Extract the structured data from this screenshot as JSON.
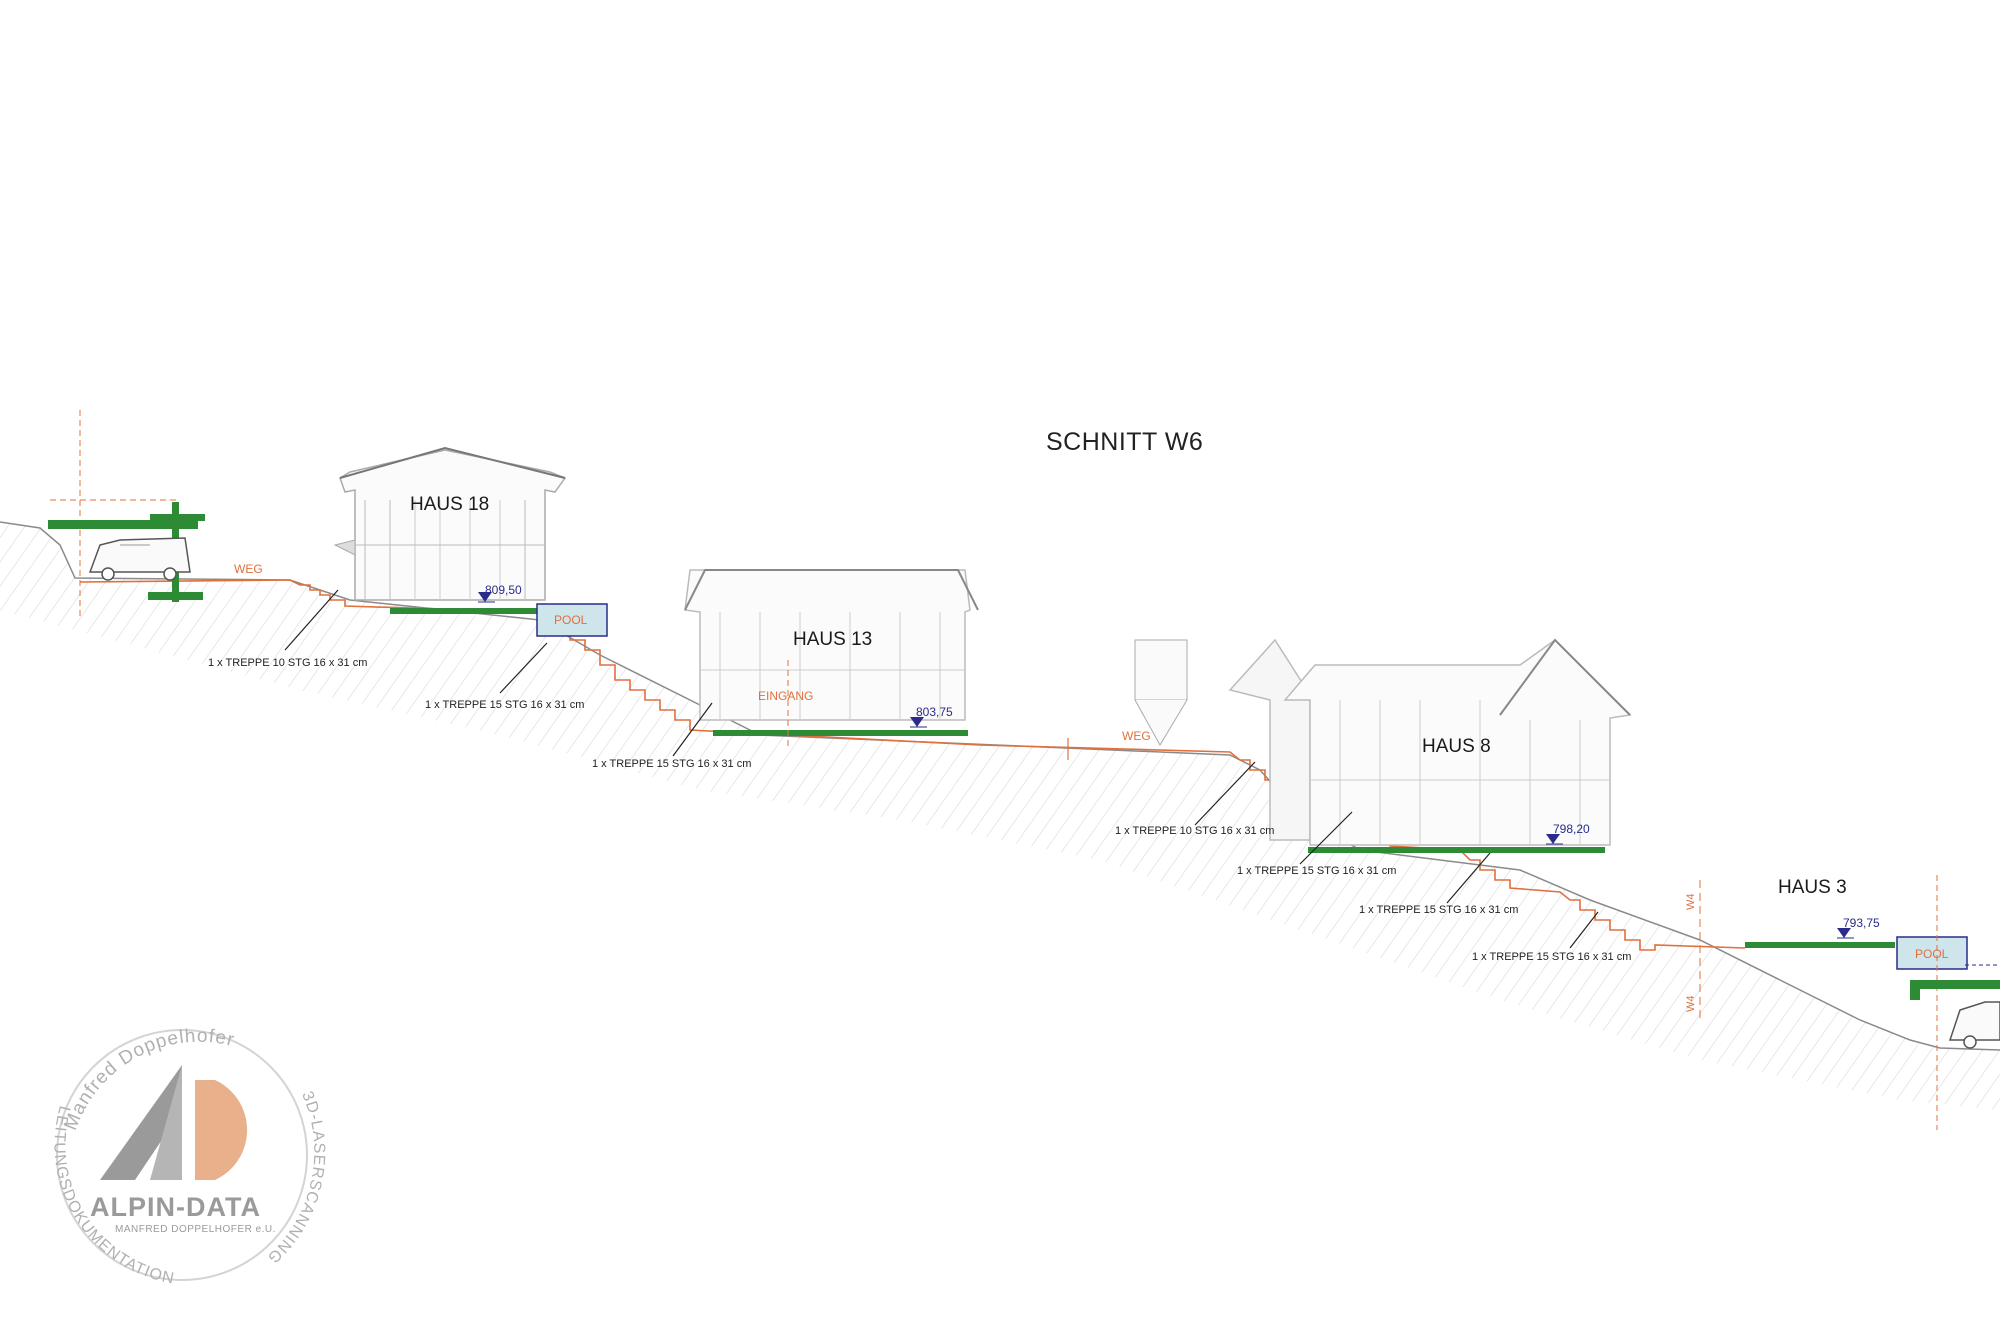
{
  "title": "SCHNITT W6",
  "houses": [
    {
      "key": "h18",
      "label": "HAUS 18",
      "elevation": "809,50"
    },
    {
      "key": "h13",
      "label": "HAUS 13",
      "elevation": "803,75"
    },
    {
      "key": "h8",
      "label": "HAUS 8",
      "elevation": "798,20"
    },
    {
      "key": "h3",
      "label": "HAUS 3",
      "elevation": "793,75"
    }
  ],
  "labels": {
    "weg": "WEG",
    "pool": "POOL",
    "eingang": "EINGANG",
    "w4": "W4"
  },
  "stairs": [
    "1 x TREPPE  10 STG 16 x 31 cm",
    "1 x TREPPE  15 STG 16 x 31 cm",
    "1 x TREPPE  15 STG 16 x 31 cm",
    "1 x TREPPE  10 STG 16 x 31 cm",
    "1 x TREPPE  15 STG 16 x 31 cm",
    "1 x TREPPE  15 STG 16 x 31 cm",
    "1 x TREPPE  15 STG 16 x 31 cm"
  ],
  "logo": {
    "name": "ALPIN-DATA",
    "subtitle": "MANFRED DOPPELHOFER e.U.",
    "ring_top": "Manfred Doppelhofer",
    "ring_left": "LEITUNGSDOKUMENTATION",
    "ring_right": "3D-LASERSCANNING"
  },
  "colors": {
    "slab": "#2e8b35",
    "path": "#e0703c",
    "elevation": "#2b2b8a",
    "logo_gray": "#9a9a9a",
    "logo_peach": "#e9b08c",
    "pool_fill": "#cfe5ec"
  }
}
